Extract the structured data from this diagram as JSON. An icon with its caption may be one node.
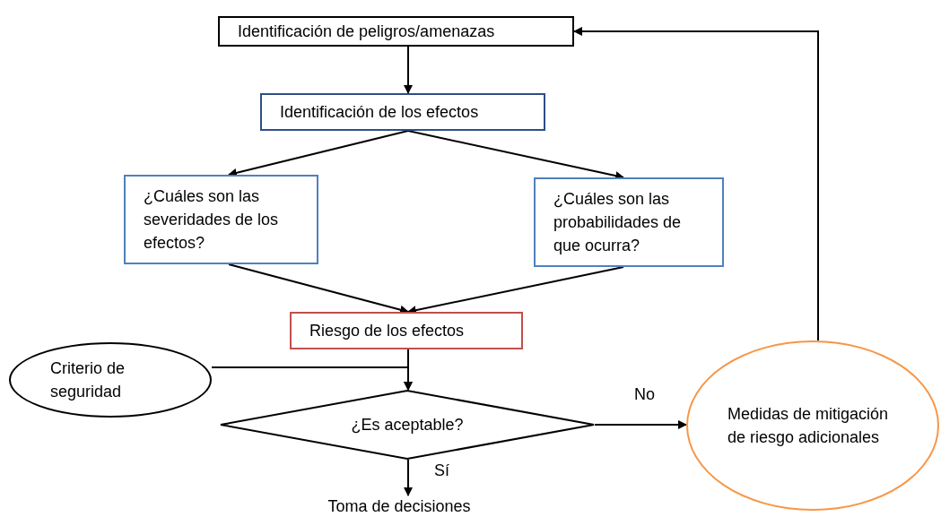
{
  "diagram": {
    "nodes": [
      {
        "text": [
          "Identificación de peligros/amenazas"
        ]
      },
      {
        "text": [
          "Identificación de los efectos"
        ]
      },
      {
        "text": [
          "¿Cuáles son las severidades de los efectos?"
        ]
      },
      {
        "text": [
          "¿Cuáles son las probabilidades de que ocurra?"
        ]
      },
      {
        "text": [
          "Riesgo de los efectos"
        ]
      },
      {
        "text": [
          "Criterio de seguridad"
        ]
      },
      {
        "text": [
          "¿Es aceptable?"
        ]
      },
      {
        "text": [
          "Toma de decisiones"
        ]
      },
      {
        "text": [
          "Medidas de mitigación de riesgo adicionales"
        ]
      }
    ],
    "edges": [
      {
        "from": 0,
        "to": 1,
        "arrow": "to"
      },
      {
        "from": 1,
        "to": 2,
        "arrow": "to"
      },
      {
        "from": 1,
        "to": 3,
        "arrow": "to"
      },
      {
        "from": 2,
        "to": 4,
        "arrow": "to"
      },
      {
        "from": 3,
        "to": 4,
        "arrow": "to"
      },
      {
        "from": 4,
        "to": 6,
        "arrow": "to"
      },
      {
        "from": 5,
        "to": 6,
        "arrow": "to"
      },
      {
        "from": 6,
        "to": 8,
        "label": "No",
        "arrow": "to"
      },
      {
        "from": 6,
        "to": 7,
        "label": "Sí",
        "arrow": "to"
      },
      {
        "from": 8,
        "to": 0,
        "arrow": "to"
      }
    ]
  }
}
